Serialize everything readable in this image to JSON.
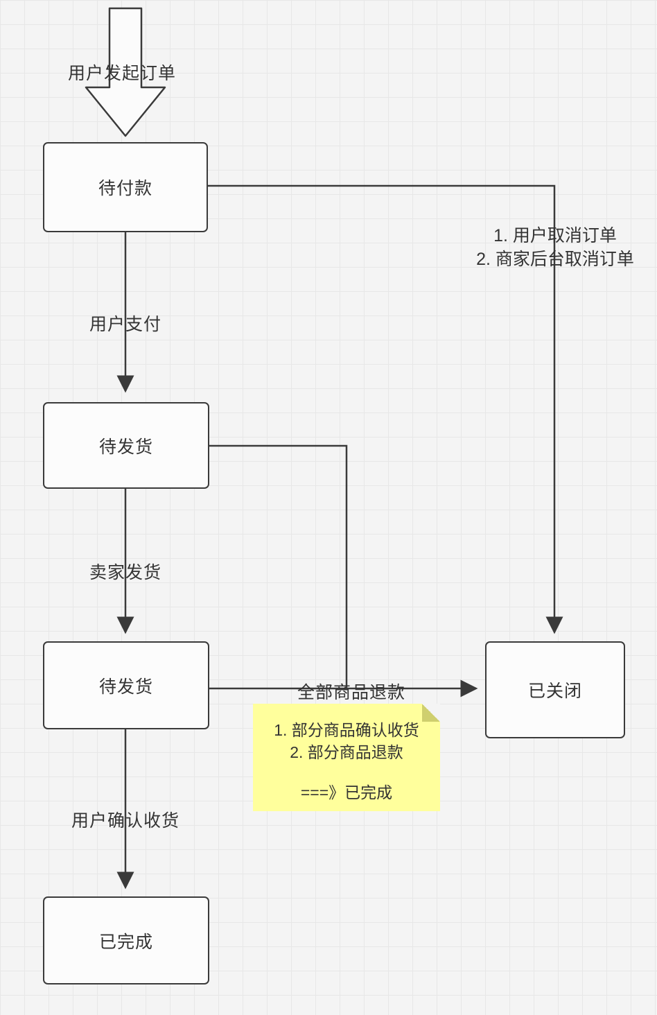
{
  "diagram": {
    "start_flow_label": "用户发起订单",
    "nodes": {
      "pending_payment": {
        "label": "待付款"
      },
      "awaiting_shipment": {
        "label": "待发货"
      },
      "awaiting_receipt": {
        "label": "待发货"
      },
      "closed": {
        "label": "已关闭"
      },
      "completed": {
        "label": "已完成"
      }
    },
    "edge_labels": {
      "user_pay": "用户支付",
      "seller_ship": "卖家发货",
      "user_confirm_receipt": "用户确认收货",
      "all_items_refund": "全部商品退款",
      "cancel_line1": "1. 用户取消订单",
      "cancel_line2": "2. 商家后台取消订单"
    },
    "sticky_note": {
      "lines": [
        "1. 部分商品确认收货",
        "2. 部分商品退款",
        "===》已完成"
      ]
    },
    "colors": {
      "stroke": "#3a3a3a",
      "node_fill": "#fcfcfc",
      "note_fill": "#ffff9c",
      "note_fold": "#cfcf6e",
      "background": "#f4f4f4",
      "grid_line": "#e7e7e7",
      "text": "#333333"
    }
  }
}
